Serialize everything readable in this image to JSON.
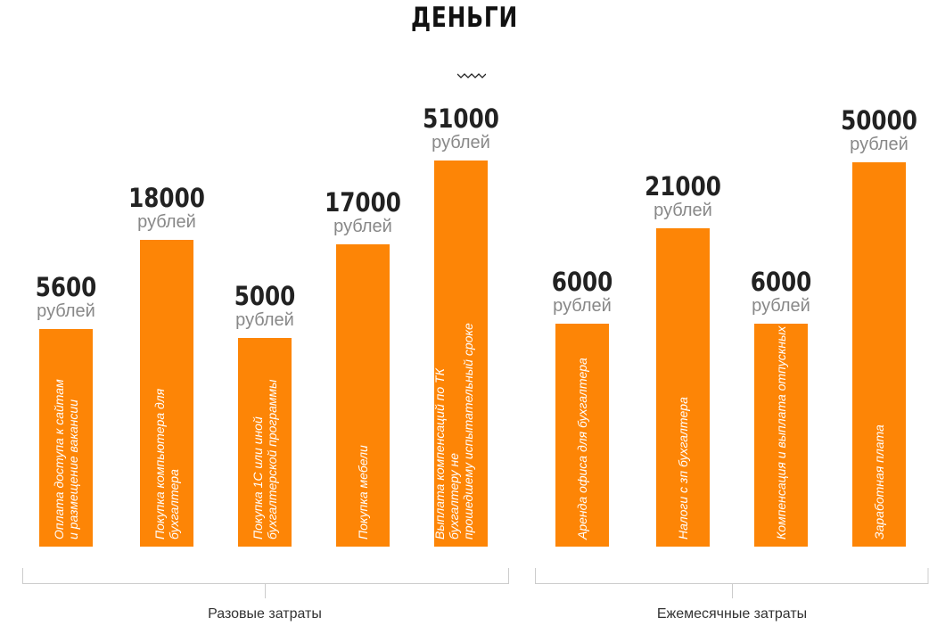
{
  "chart_data": {
    "type": "bar",
    "title": "ДЕНЬГИ",
    "unit": "рублей",
    "groups": [
      {
        "name": "Разовые затраты",
        "categories": [
          "Оплата доступа к сайтам\nи размещение вакансии",
          "Покупка компьютера для\nбухгалтера",
          "Покупка 1С или иной\nбухгалтерской программы",
          "Покупка мебели",
          "Выплата компенсаций по ТК бухгалтеру не\nпрошедшему испытательный сроке"
        ],
        "values": [
          5600,
          18000,
          5000,
          17000,
          51000
        ]
      },
      {
        "name": "Ежемесячные затраты",
        "categories": [
          "Аренда офиса для бухгалтера",
          "Налоги с зп бухгалтера",
          "Компенсация и выплата отпускных",
          "Заработная плата"
        ],
        "values": [
          6000,
          21000,
          6000,
          50000
        ]
      }
    ],
    "color": "#fd8506"
  }
}
